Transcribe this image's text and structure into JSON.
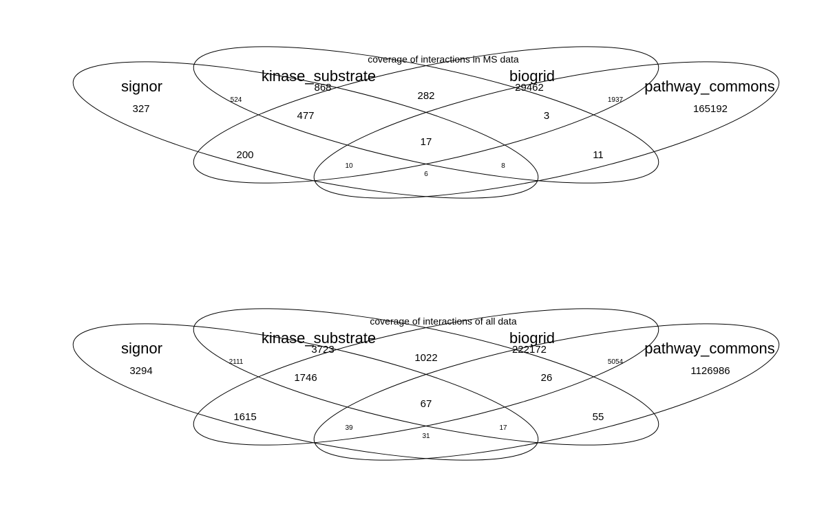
{
  "sets": [
    "signor",
    "kinase_substrate",
    "biogrid",
    "pathway_commons"
  ],
  "diagrams": [
    {
      "title": "coverage of interactions in MS data",
      "regions": {
        "signor_only": "327",
        "kinase_substrate_only": "868",
        "biogrid_only": "29462",
        "pathway_commons_only": "165192",
        "signor_kinase_substrate": "524",
        "kinase_substrate_biogrid": "282",
        "biogrid_pathway_commons": "1937",
        "signor_kinase_substrate_biogrid": "477",
        "kinase_substrate_biogrid_pathway_commons": "3",
        "all_four": "17",
        "signor_biogrid": "200",
        "kinase_substrate_pathway_commons": "11",
        "signor_biogrid_pathway_commons": "10",
        "signor_kinase_substrate_pathway_commons": "8",
        "signor_pathway_commons": "6"
      }
    },
    {
      "title": "coverage of interactions of all data",
      "regions": {
        "signor_only": "3294",
        "kinase_substrate_only": "3723",
        "biogrid_only": "222172",
        "pathway_commons_only": "1126986",
        "signor_kinase_substrate": "2111",
        "kinase_substrate_biogrid": "1022",
        "biogrid_pathway_commons": "5054",
        "signor_kinase_substrate_biogrid": "1746",
        "kinase_substrate_biogrid_pathway_commons": "26",
        "all_four": "67",
        "signor_biogrid": "1615",
        "kinase_substrate_pathway_commons": "55",
        "signor_biogrid_pathway_commons": "39",
        "signor_kinase_substrate_pathway_commons": "17",
        "signor_pathway_commons": "31"
      }
    }
  ]
}
